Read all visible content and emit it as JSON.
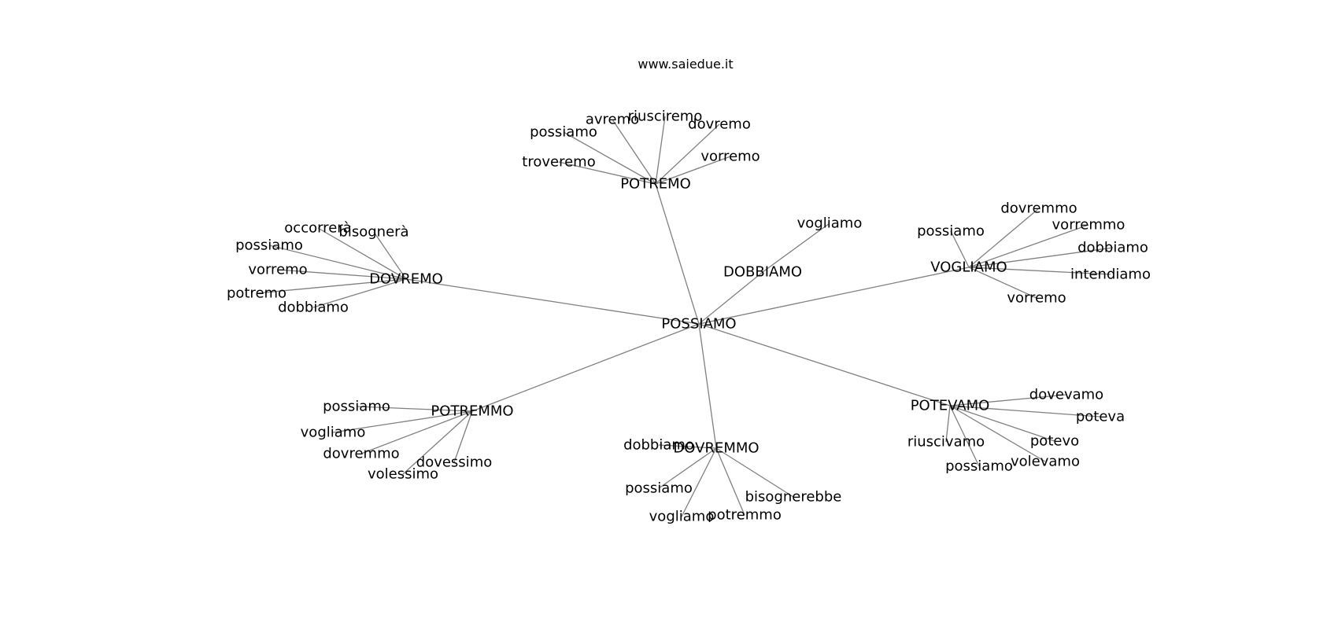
{
  "header": {
    "site": "www.saiedue.it"
  },
  "graph": {
    "root": "POSSIAMO",
    "hubs": [
      {
        "id": "POTREMO",
        "label": "POTREMO",
        "parent": "POSSIAMO",
        "leaves": [
          "possiamo",
          "avremo",
          "riusciremo",
          "dovremo",
          "vorremo",
          "troveremo"
        ]
      },
      {
        "id": "DOBBIAMO",
        "label": "DOBBIAMO",
        "parent": "POSSIAMO",
        "leaves": [
          "vogliamo"
        ]
      },
      {
        "id": "VOGLIAMO",
        "label": "VOGLIAMO",
        "parent": "POSSIAMO",
        "leaves": [
          "dovremmo",
          "possiamo",
          "vorremmo",
          "dobbiamo",
          "intendiamo",
          "vorremo"
        ]
      },
      {
        "id": "DOVREMO",
        "label": "DOVREMO",
        "parent": "POSSIAMO",
        "leaves": [
          "occorrerà",
          "bisognerà",
          "possiamo",
          "vorremo",
          "potremo",
          "dobbiamo"
        ]
      },
      {
        "id": "POTREMMO",
        "label": "POTREMMO",
        "parent": "POSSIAMO",
        "leaves": [
          "possiamo",
          "vogliamo",
          "dovremmo",
          "dovessimo",
          "volessimo"
        ]
      },
      {
        "id": "DOVREMMO",
        "label": "DOVREMMO",
        "parent": "POSSIAMO",
        "leaves": [
          "dobbiamo",
          "possiamo",
          "vogliamo",
          "potremmo",
          "bisognerebbe"
        ]
      },
      {
        "id": "POTEVAMO",
        "label": "POTEVAMO",
        "parent": "POSSIAMO",
        "leaves": [
          "dovevamo",
          "poteva",
          "riuscivamo",
          "potevo",
          "possiamo",
          "volevamo"
        ]
      }
    ]
  },
  "colors": {
    "edge": "#808080",
    "text": "#000000",
    "background": "#ffffff"
  }
}
